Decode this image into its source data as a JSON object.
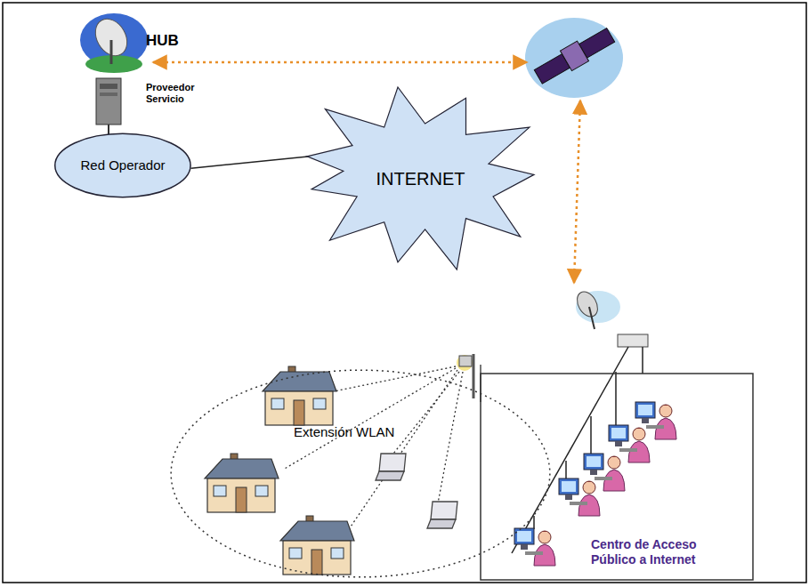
{
  "diagram": {
    "nodes": [
      {
        "text": [
          "Red Operador"
        ]
      },
      {
        "text": [
          "INTERNET"
        ]
      },
      {
        "text": [
          "Extensión WLAN"
        ]
      },
      {
        "text": [
          "Centro de Acceso Público a Internet"
        ]
      }
    ],
    "edges": [
      {
        "from": 0,
        "to": 1,
        "arrow": "none"
      }
    ],
    "labels": [
      "HUB",
      "Proveedor Servicio"
    ]
  }
}
